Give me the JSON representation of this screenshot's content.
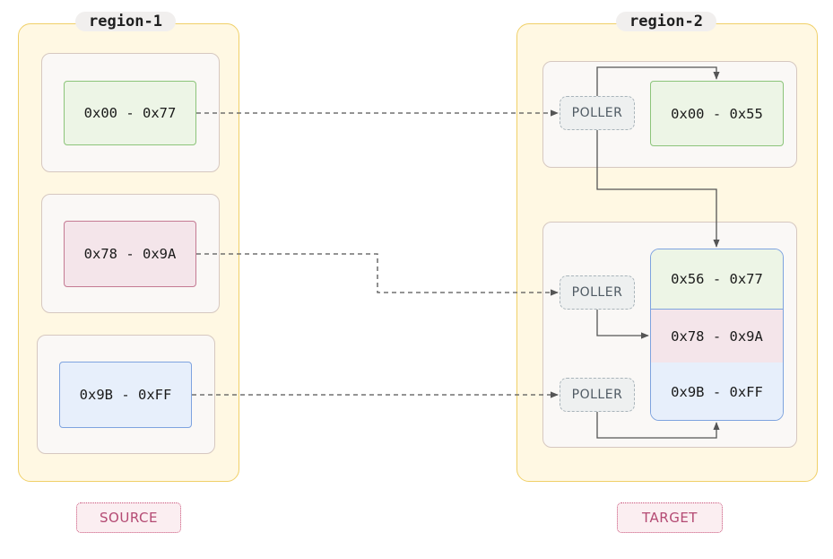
{
  "regions": {
    "source": {
      "label": "region-1",
      "ranges": [
        "0x00 - 0x77",
        "0x78 - 0x9A",
        "0x9B - 0xFF"
      ]
    },
    "target": {
      "label": "region-2",
      "range_top": "0x00 - 0x55",
      "stack": [
        "0x56 - 0x77",
        "0x78 - 0x9A",
        "0x9B - 0xFF"
      ]
    }
  },
  "poller_label": "POLLER",
  "tags": {
    "source": "SOURCE",
    "target": "TARGET"
  },
  "colors": {
    "region_fill": "#fff8e3",
    "region_border": "#f0d068",
    "green": "#edf5e6",
    "pink": "#f4e5ea",
    "blue": "#e7effb",
    "tag_text": "#b44a73"
  }
}
